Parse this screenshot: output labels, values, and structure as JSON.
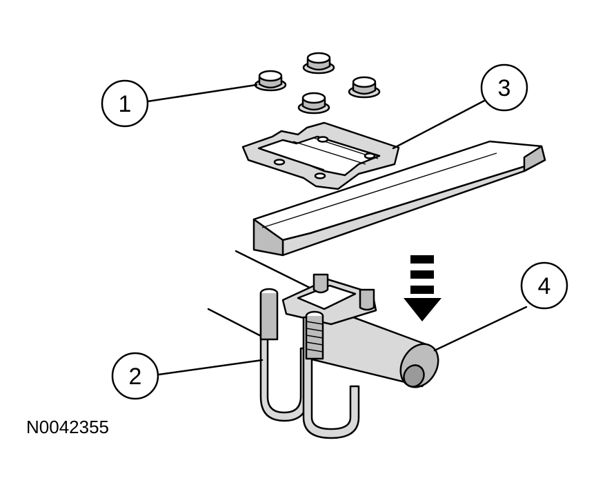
{
  "callouts": [
    {
      "label": "1",
      "part": "nuts"
    },
    {
      "label": "2",
      "part": "u-bolt"
    },
    {
      "label": "3",
      "part": "spring-plate"
    },
    {
      "label": "4",
      "part": "axle"
    }
  ],
  "figure_id": "N0042355",
  "colors": {
    "line": "#000000",
    "background": "#ffffff",
    "shade_light": "#d9d9d9",
    "shade_mid": "#bdbdbd",
    "shade_dark": "#9a9a9a"
  }
}
